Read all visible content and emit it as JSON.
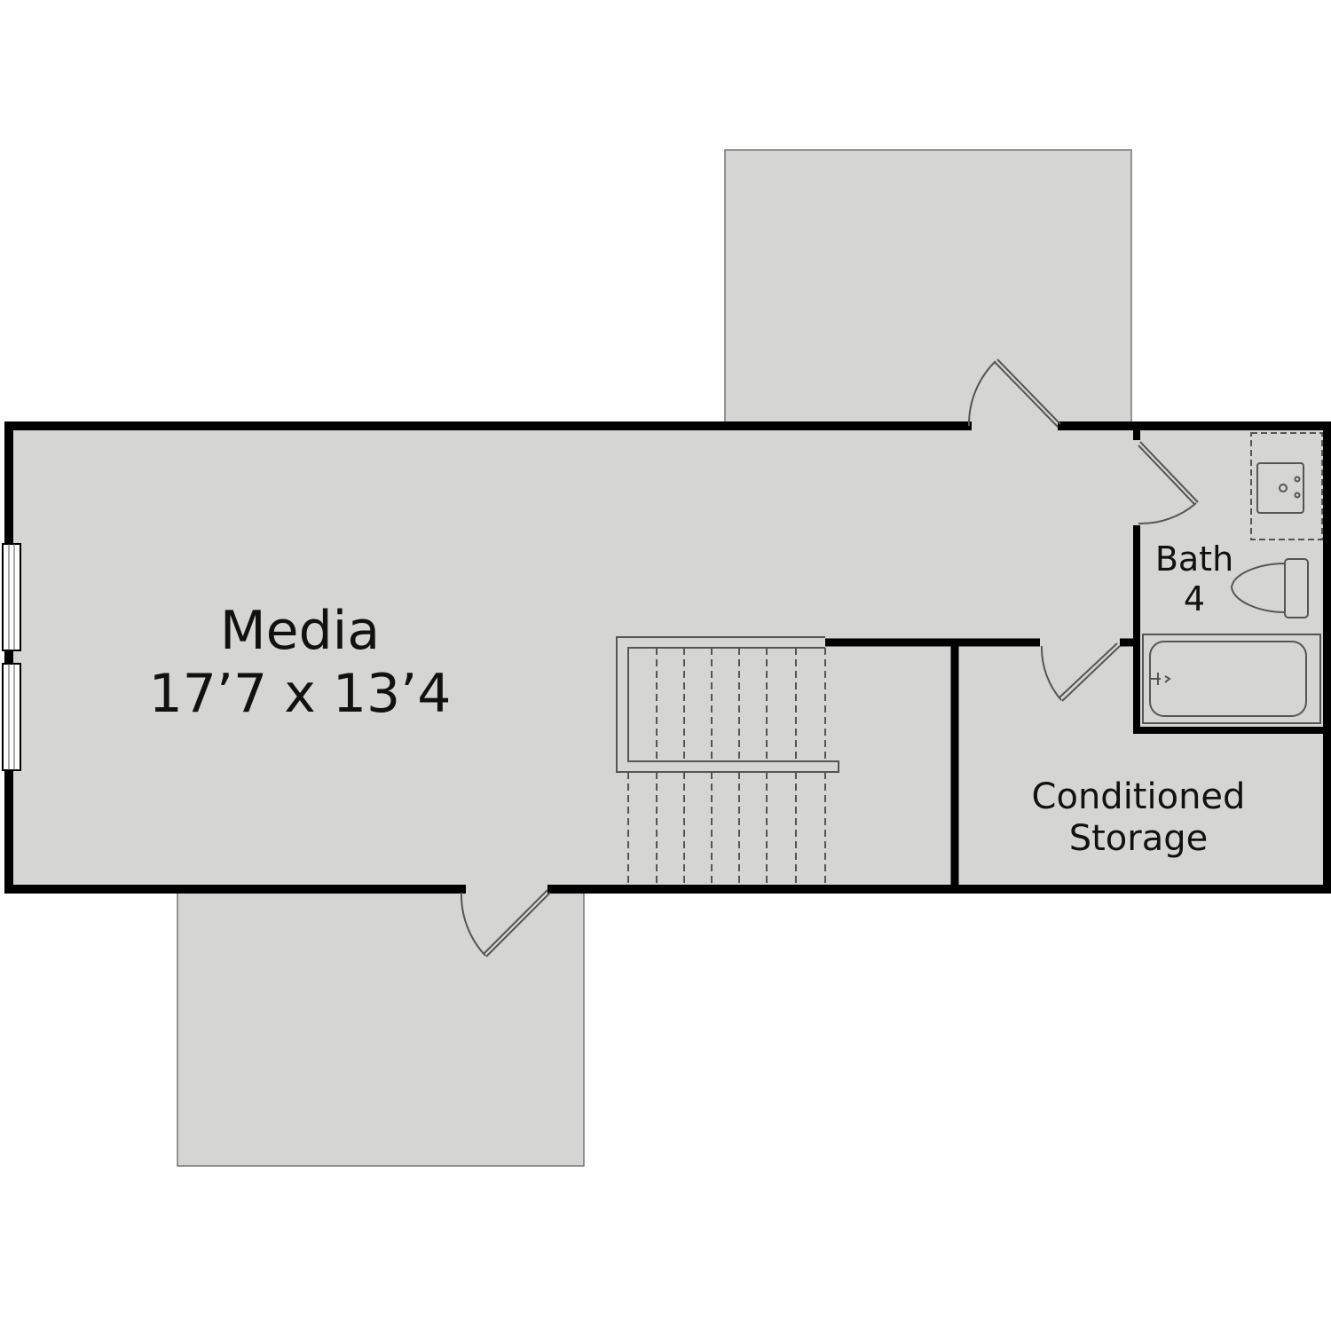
{
  "plan": {
    "colors": {
      "floor": "#d5d6d3",
      "wall": "#000000",
      "fixture": "#555555"
    },
    "rooms": {
      "media": {
        "name": "Media",
        "dimensions": "17’7 x 13’4"
      },
      "bath": {
        "name": "Bath",
        "number": "4"
      },
      "storage": {
        "line1": "Conditioned",
        "line2": "Storage"
      }
    }
  }
}
